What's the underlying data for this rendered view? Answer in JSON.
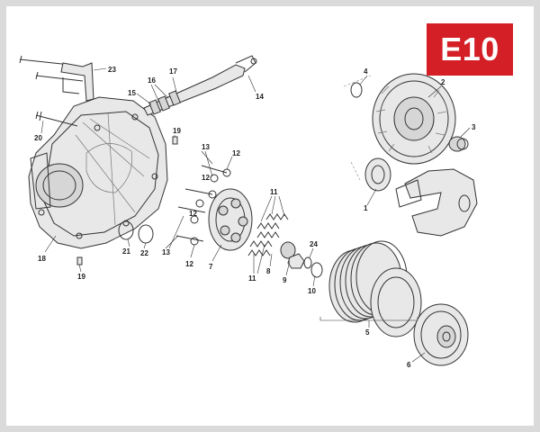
{
  "badge": {
    "text": "E10",
    "color": "#d41f26"
  },
  "callouts": {
    "c1": "1",
    "c2": "2",
    "c3": "3",
    "c4": "4",
    "c5": "5",
    "c6": "6",
    "c7": "7",
    "c8": "8",
    "c9": "9",
    "c10": "10",
    "c11a": "11",
    "c11b": "11",
    "c12a": "12",
    "c12b": "12",
    "c12c": "12",
    "c12d": "12",
    "c13a": "13",
    "c13b": "13",
    "c14": "14",
    "c15": "15",
    "c16": "16",
    "c17": "17",
    "c18": "18",
    "c19a": "19",
    "c19b": "19",
    "c20": "20",
    "c21": "21",
    "c22": "22",
    "c23": "23",
    "c24": "24"
  }
}
